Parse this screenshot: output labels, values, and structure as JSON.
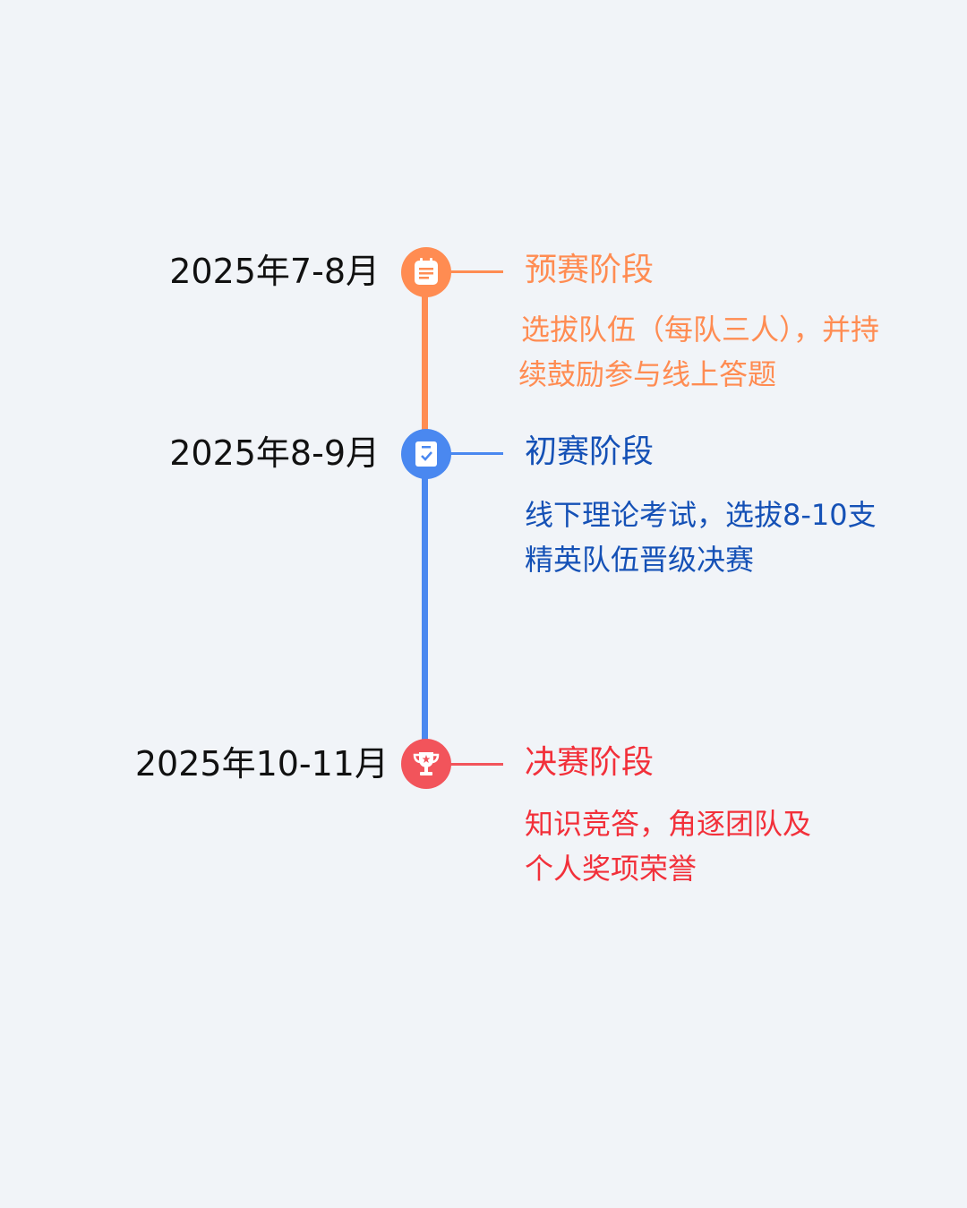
{
  "colors": {
    "prelim": "#ff8c52",
    "first": "#4a88f0",
    "final": "#f2545b",
    "first_text": "#1551b6",
    "final_text": "#f2303a"
  },
  "stages": [
    {
      "date": "2025年7-8月",
      "title": "预赛阶段",
      "desc_line1": "选拔队伍（每队三人），并持",
      "desc_line2": "续鼓励参与线上答题",
      "icon": "notepad-icon"
    },
    {
      "date": "2025年8-9月",
      "title": "初赛阶段",
      "desc_line1": "线下理论考试，选拔8-10支",
      "desc_line2": "精英队伍晋级决赛",
      "icon": "checklist-icon"
    },
    {
      "date": "2025年10-11月",
      "title": "决赛阶段",
      "desc_line1": "知识竞答，角逐团队及",
      "desc_line2": "个人奖项荣誉",
      "icon": "trophy-icon"
    }
  ]
}
